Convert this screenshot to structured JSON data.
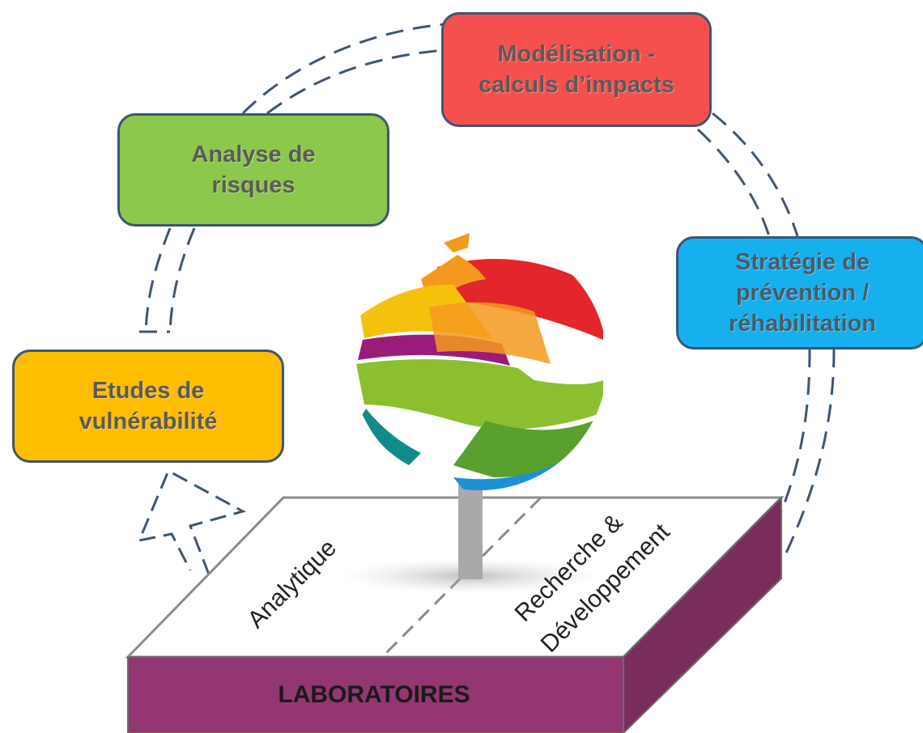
{
  "boxes": {
    "modelisation": {
      "line1": "Modélisation -",
      "line2": "calculs d’impacts",
      "color": "#f6504e"
    },
    "analyse": {
      "line1": "Analyse de",
      "line2": "risques",
      "color": "#8cc84b"
    },
    "strategie": {
      "line1": "Stratégie de",
      "line2": "prévention /",
      "line3": "réhabilitation",
      "color": "#16b0ee"
    },
    "etudes": {
      "line1": "Etudes de",
      "line2": "vulnérabilité",
      "color": "#fdbd00"
    }
  },
  "platform": {
    "left_label": "Analytique",
    "right_label_line1": "Recherche &",
    "right_label_line2": "Développement",
    "front_label": "LABORATOIRES",
    "front_color": "#933672",
    "side_color": "#7a2c5e"
  },
  "arrow_color": "#3e5672",
  "globe_colors": [
    "#e3262b",
    "#f39a1e",
    "#f4c20d",
    "#9b1b7a",
    "#8bbf2f",
    "#5aa02c",
    "#1e90d8",
    "#138a8a"
  ]
}
